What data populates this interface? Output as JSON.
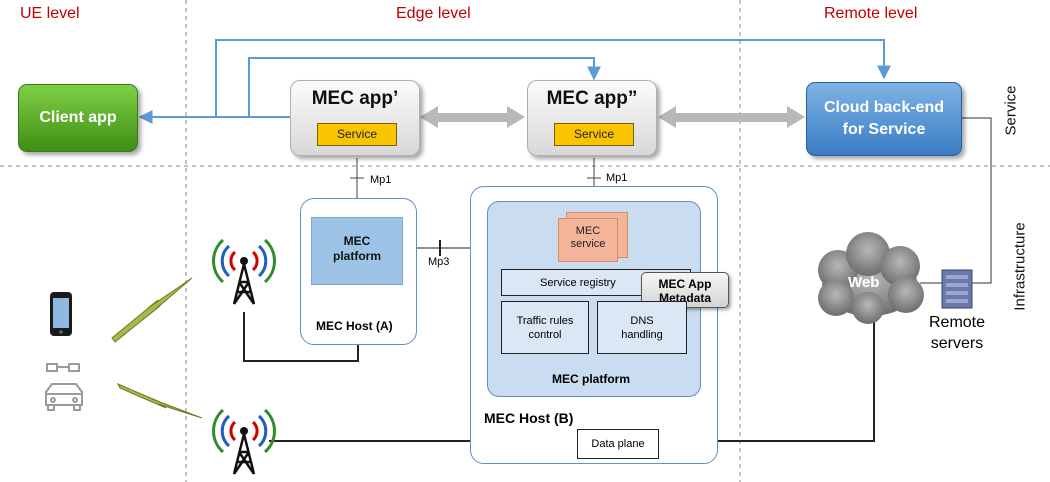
{
  "levels": {
    "ue": "UE level",
    "edge": "Edge level",
    "remote": "Remote level"
  },
  "side_labels": {
    "service": "Service",
    "infrastructure": "Infrastructure"
  },
  "client_app": "Client app",
  "mec_app_1": {
    "title": "MEC app’",
    "service": "Service"
  },
  "mec_app_2": {
    "title": "MEC app”",
    "service": "Service"
  },
  "cloud_backend": {
    "line1": "Cloud back-end",
    "line2": "for Service"
  },
  "interfaces": {
    "mp1_a": "Mp1",
    "mp1_b": "Mp1",
    "mp3": "Mp3"
  },
  "host_a": {
    "platform_line1": "MEC",
    "platform_line2": "platform",
    "label": "MEC Host (A)"
  },
  "host_b": {
    "service_line1": "MEC",
    "service_line2": "service",
    "registry": "Service registry",
    "metadata_line1": "MEC App",
    "metadata_line2": "Metadata",
    "traffic_line1": "Traffic rules",
    "traffic_line2": "control",
    "dns_line1": "DNS",
    "dns_line2": "handling",
    "platform": "MEC platform",
    "label": "MEC Host (B)",
    "data_plane": "Data plane"
  },
  "web": "Web",
  "remote_servers": {
    "line1": "Remote",
    "line2": "servers"
  },
  "colors": {
    "level_red": "#c00000",
    "connector_blue": "#5b9bd5",
    "client_green": "#4ea72a",
    "cloud_blue": "#4a89d0",
    "service_yellow": "#f9c400"
  }
}
